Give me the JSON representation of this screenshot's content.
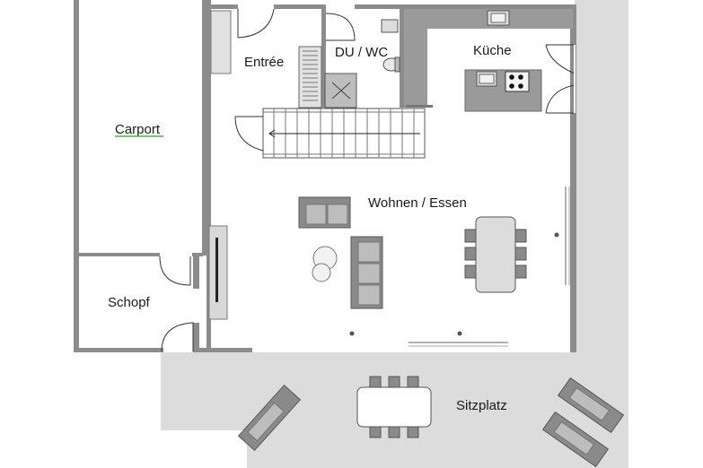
{
  "plan": {
    "rooms": {
      "carport": "Carport",
      "schopf": "Schopf",
      "entree": "Entrée",
      "du_wc": "DU / WC",
      "kueche": "Küche",
      "wohnen_essen": "Wohnen / Essen",
      "sitzplatz": "Sitzplatz"
    },
    "colors": {
      "wall": "#8c8c8c",
      "terrace": "#dcdcdc",
      "furniture": "#8a8a8a",
      "carport_underline": "#2e9d2e"
    }
  }
}
